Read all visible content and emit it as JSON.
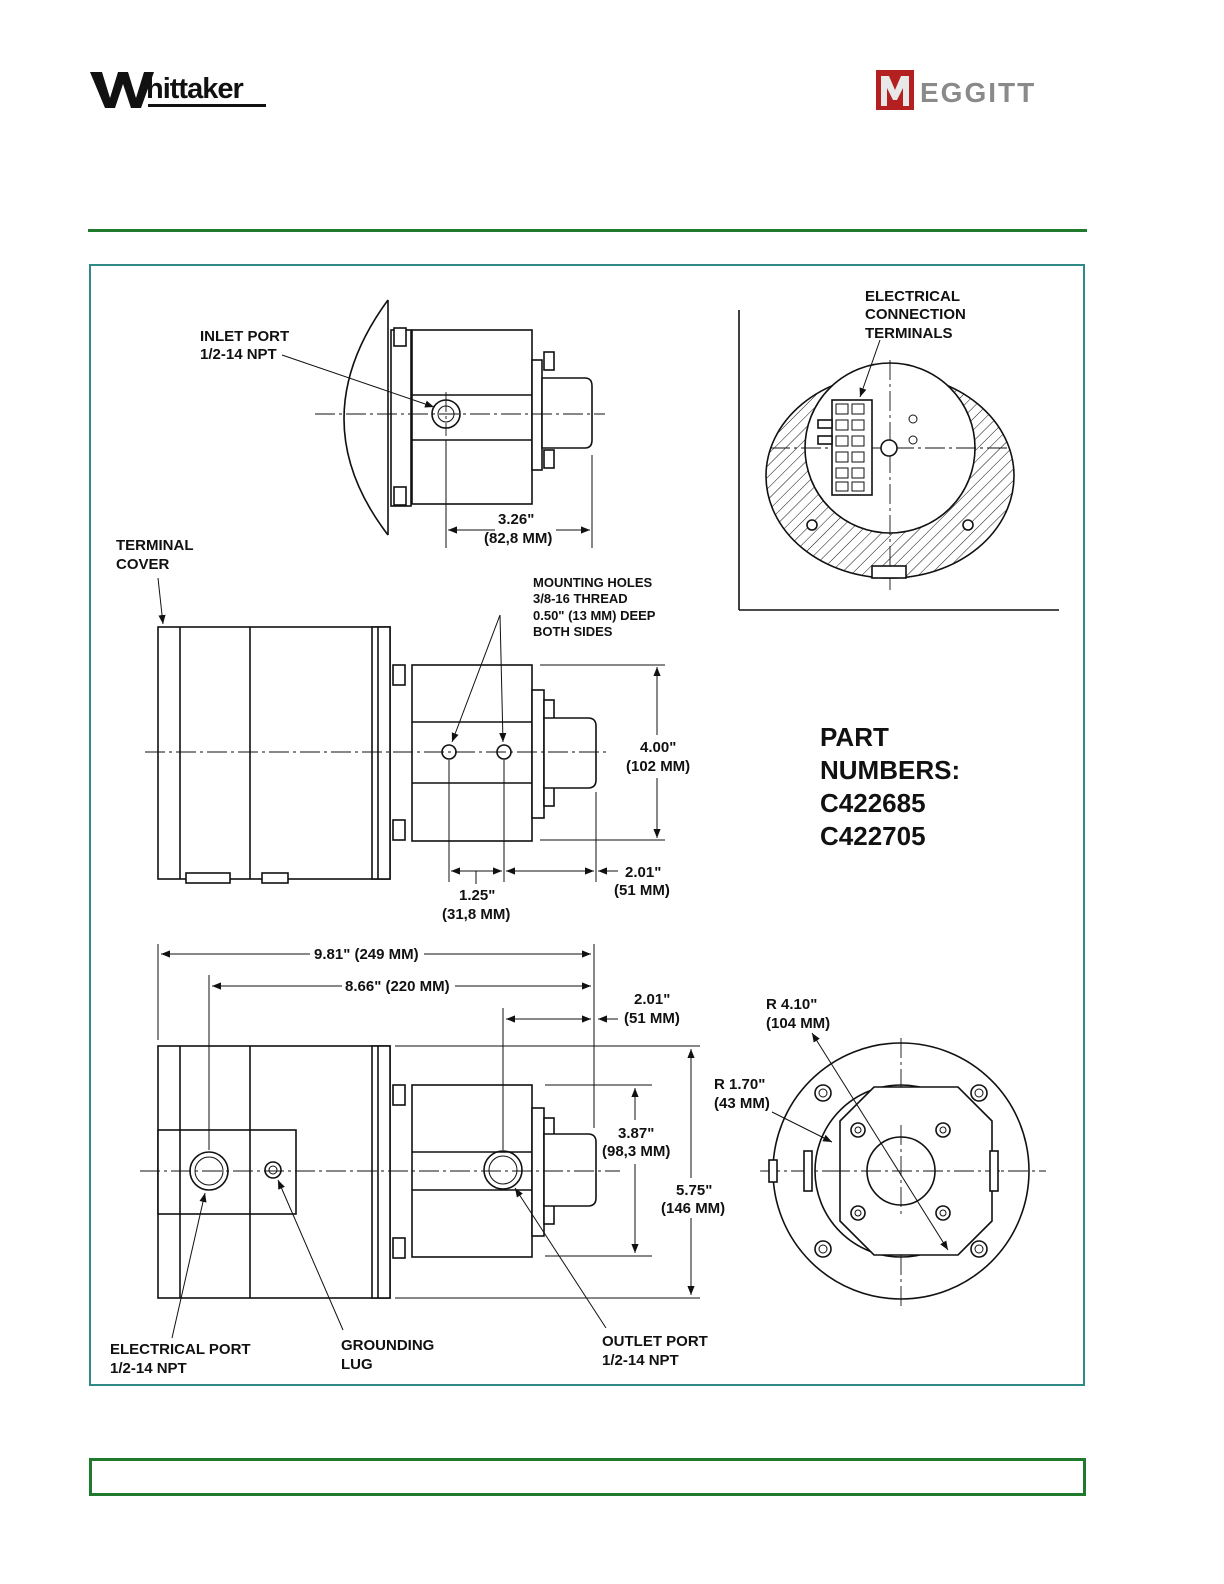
{
  "header": {
    "logo_left": "Whittaker",
    "logo_right": "MEGGITT"
  },
  "colors": {
    "rule_green": "#1f7a2e",
    "frame_teal": "#2f8a86",
    "brand_red": "#b3201f"
  },
  "top_view": {
    "inlet_port": [
      "INLET PORT",
      "1/2-14 NPT"
    ],
    "dim_depth": [
      "3.26\"",
      "(82,8 MM)"
    ]
  },
  "terminal_view": {
    "label": [
      "ELECTRICAL",
      "CONNECTION",
      "TERMINALS"
    ]
  },
  "side_view": {
    "terminal_cover": [
      "TERMINAL",
      "COVER"
    ],
    "mounting_holes": [
      "MOUNTING HOLES",
      "3/8-16 THREAD",
      "0.50\" (13 MM) DEEP",
      "BOTH SIDES"
    ],
    "dim_height": [
      "4.00\"",
      "(102 MM)"
    ],
    "dim_hole_spacing": [
      "1.25\"",
      "(31,8 MM)"
    ],
    "dim_offset": [
      "2.01\"",
      "(51 MM)"
    ]
  },
  "part_numbers": [
    "PART",
    "NUMBERS:",
    "C422685",
    "C422705"
  ],
  "front_view": {
    "dim_overall": "9.81\" (249 MM)",
    "dim_port_to_end": "8.66\" (220 MM)",
    "dim_offset": [
      "2.01\"",
      "(51 MM)"
    ],
    "dim_body_height": [
      "3.87\"",
      "(98,3 MM)"
    ],
    "dim_flange_height": [
      "5.75\"",
      "(146 MM)"
    ],
    "electrical_port": [
      "ELECTRICAL PORT",
      "1/2-14 NPT"
    ],
    "grounding_lug": [
      "GROUNDING",
      "LUG"
    ],
    "outlet_port": [
      "OUTLET PORT",
      "1/2-14 NPT"
    ]
  },
  "end_view": {
    "radius_outer": [
      "R 4.10\"",
      "(104 MM)"
    ],
    "radius_inner": [
      "R 1.70\"",
      "(43 MM)"
    ]
  }
}
